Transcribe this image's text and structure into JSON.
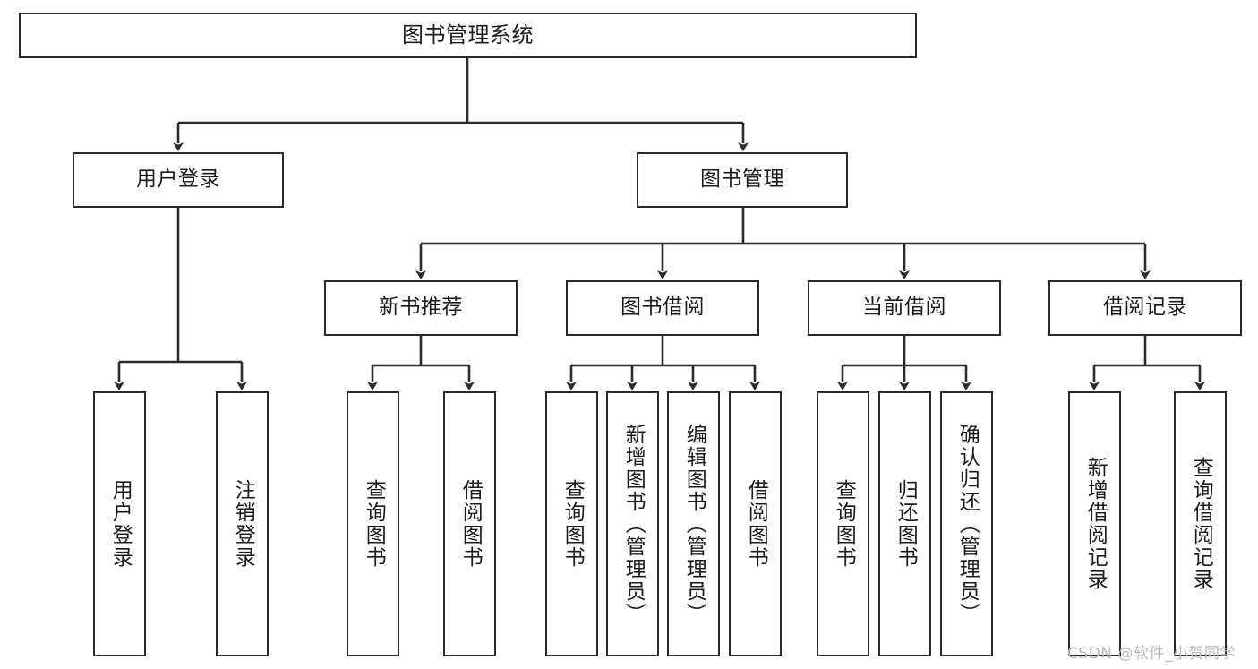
{
  "diagram": {
    "type": "tree-hierarchy-chart",
    "title": "图书管理系统",
    "orientation": "top-down",
    "colors": {
      "box_border": "#2b2b2b",
      "box_fill": "#ffffff",
      "edge": "#2b2b2b",
      "text": "#1c1c1c",
      "watermark": "#b9b9b9",
      "background": "#ffffff"
    }
  },
  "nodes": {
    "root": {
      "label": "图书管理系统"
    },
    "level2": [
      {
        "id": "user-login",
        "label": "用户登录"
      },
      {
        "id": "book-management",
        "label": "图书管理"
      }
    ],
    "level3": [
      {
        "id": "new-book-recommend",
        "label": "新书推荐"
      },
      {
        "id": "book-borrow",
        "label": "图书借阅"
      },
      {
        "id": "current-borrow",
        "label": "当前借阅"
      },
      {
        "id": "borrow-record",
        "label": "借阅记录"
      }
    ],
    "leaves": [
      {
        "id": "leaf-user-login",
        "label": "用户登录",
        "parent": "user-login"
      },
      {
        "id": "leaf-logout-login",
        "label": "注销登录",
        "parent": "user-login"
      },
      {
        "id": "leaf-query-book-1",
        "label": "查询图书",
        "parent": "new-book-recommend"
      },
      {
        "id": "leaf-borrow-book-1",
        "label": "借阅图书",
        "parent": "new-book-recommend"
      },
      {
        "id": "leaf-query-book-2",
        "label": "查询图书",
        "parent": "book-borrow"
      },
      {
        "id": "leaf-add-book-admin",
        "label": "新增图书（管理员）",
        "parent": "book-borrow"
      },
      {
        "id": "leaf-edit-book-admin",
        "label": "编辑图书（管理员）",
        "parent": "book-borrow"
      },
      {
        "id": "leaf-borrow-book-2",
        "label": "借阅图书",
        "parent": "book-borrow"
      },
      {
        "id": "leaf-query-book-3",
        "label": "查询图书",
        "parent": "current-borrow"
      },
      {
        "id": "leaf-return-book",
        "label": "归还图书",
        "parent": "current-borrow"
      },
      {
        "id": "leaf-confirm-return-admin",
        "label": "确认归还（管理员）",
        "parent": "current-borrow"
      },
      {
        "id": "leaf-add-borrow-record",
        "label": "新增借阅记录",
        "parent": "borrow-record"
      },
      {
        "id": "leaf-query-borrow-record",
        "label": "查询借阅记录",
        "parent": "borrow-record"
      }
    ]
  },
  "watermark": {
    "text": "CSDN @软件_小贺同学"
  }
}
